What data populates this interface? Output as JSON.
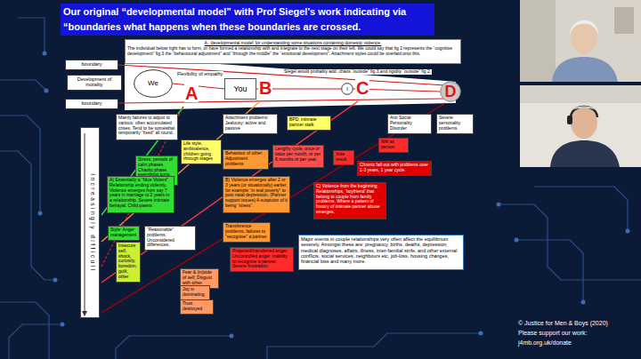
{
  "diagram": {
    "title": "Our original “developmental model” with Prof Siegel's work indicating via “boundaries what happens when these boundaries are crossed.",
    "nodes": [
      {
        "text": [
          "A: ‘developmental model’ for understanding some situations containing domestic violence.",
          "The individual below right has to form, or have formed a relationship with and integrate to the next stage on their left. We could say that fig 2 represents the “cognitive development” fig 3 the “behavioural adjustment” and “through the middle” the “emotional development”. Attachment styles could be overlaid onto this."
        ]
      },
      {
        "text": [
          "boundary"
        ]
      },
      {
        "text": [
          "Development of morality"
        ]
      },
      {
        "text": [
          "boundary"
        ]
      },
      {
        "text": [
          "We"
        ]
      },
      {
        "text": [
          "You"
        ]
      },
      {
        "text": [
          "I"
        ]
      },
      {
        "text": [
          "D"
        ]
      },
      {
        "text": [
          "Mainly failures to adjust to various, often accumulated crises. Tend to be somewhat temporarily “fixed” all round."
        ]
      },
      {
        "text": [
          "Attachment problems: Jealousy: active and passive"
        ]
      },
      {
        "text": [
          "BPD, intimate partner stalk"
        ]
      },
      {
        "text": [
          "Anti Social Personality Disorder"
        ]
      },
      {
        "text": [
          "Severe personality problems"
        ]
      },
      {
        "text": [
          "Increasingly difficult"
        ]
      },
      {
        "text": [
          "Life style, ambivalence, children going through stages"
        ]
      },
      {
        "text": [
          "Will as person"
        ]
      },
      {
        "text": [
          "Vote result"
        ]
      },
      {
        "text": [
          "Behaviour of other: Adjustment problems"
        ]
      },
      {
        "text": [
          "Stress, periods of calm phases. Chaotic phase, everything turns out wrong"
        ]
      },
      {
        "text": [
          "Lengthy cycle, once or twice per month, or per 6 months or per year."
        ]
      },
      {
        "text": [
          "Chronic fall-out with problems over 1-3 years, 1 year cycle."
        ]
      },
      {
        "text": [
          "A) Essentially a “Nice Violent” Relationship ending violently. Violence emerges from say 7 years in marriage to 2 years in a relationship. Severe intimate betrayal. Child pawns"
        ]
      },
      {
        "text": [
          "B) Violence emerges after 2 or 3 years (or situationally) earlier, for example “in real poverty” to post natal depression. (Partner support issues) A suspicion of it being “stress”."
        ]
      },
      {
        "text": [
          "C) Violence from the beginning. Relationships, ‘boyfriend’ that belong to couple from family problems. Where a pattern of history of intimate partner abuse emerges."
        ]
      },
      {
        "text": [
          "“Reasonable” problems. Unconsidered differences."
        ]
      },
      {
        "text": [
          "Transference problems, failures to “recognise” a partner."
        ]
      },
      {
        "text": [
          "Style: Anger management"
        ]
      },
      {
        "text": [
          "Major events in couple relationships very often affect the equilibrium severely. Amongst these are: pregnancy, births, deaths, depression, medical diagnoses, affairs, illness, inter-familial strife, and other external conflicts, social services, neighbours etc, job-loss, housing changes, financial loss and many more."
        ]
      },
      {
        "text": [
          "Projected/transferred anger. Uncontrolled anger. Inability to recognise a partner. Severe frustration."
        ]
      },
      {
        "text": [
          "Insecure self, shock, curiosity, boredom, guilt, other"
        ]
      },
      {
        "text": [
          "Fear & (in)side of self, Disgust with other."
        ]
      },
      {
        "text": [
          "Joy in dominating"
        ]
      },
      {
        "text": [
          "Trust destroyed"
        ]
      }
    ],
    "edges": [
      {
        "from": 4,
        "to": 5,
        "arrow": "none"
      },
      {
        "from": 5,
        "to": 6,
        "arrow": "none"
      },
      {
        "from": 6,
        "to": 7,
        "arrow": "none"
      }
    ],
    "labels": [
      "Flexibility of empathy",
      "Siegel would probably add: chaos “outside” fig 3 and rigidity “outside” fig 2.",
      "A",
      "B",
      "C",
      "© Justice for Men & Boys (2020)",
      "Please support our work:",
      "j4mb.org.uk/donate"
    ]
  }
}
